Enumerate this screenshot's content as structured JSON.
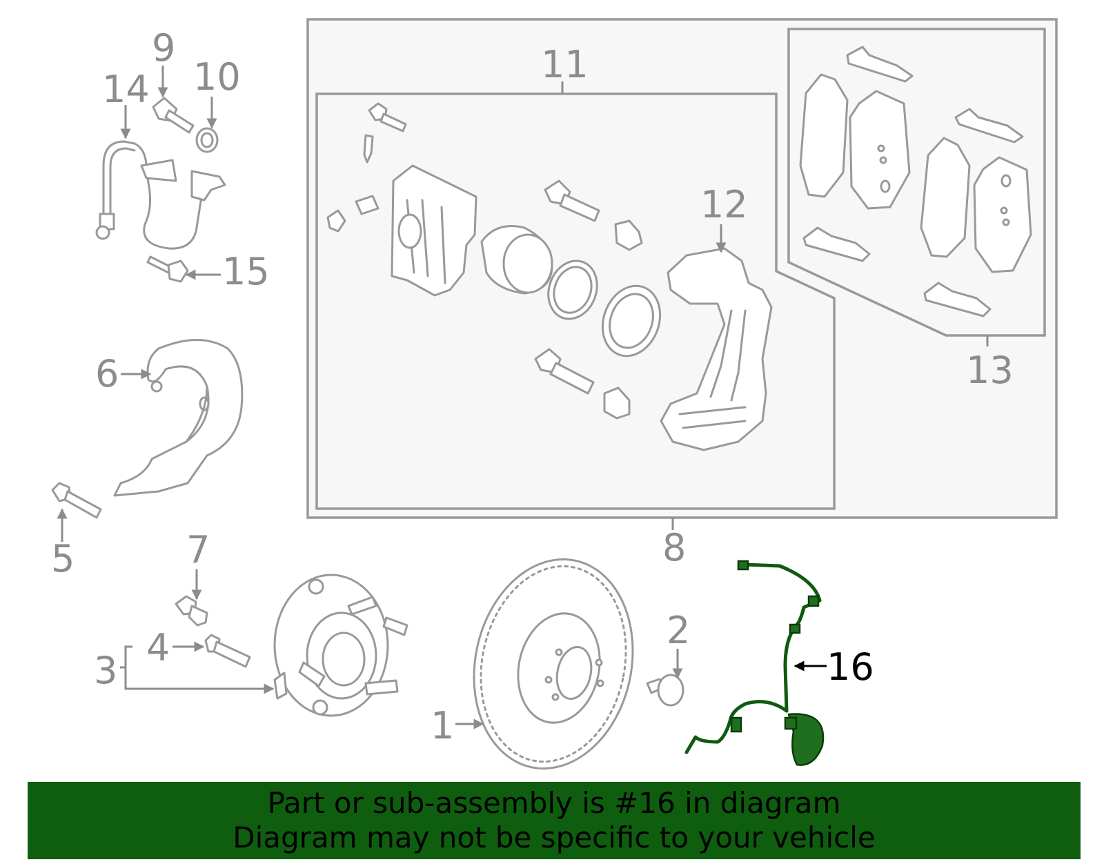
{
  "callouts": {
    "c1": "1",
    "c2": "2",
    "c3": "3",
    "c4": "4",
    "c5": "5",
    "c6": "6",
    "c7": "7",
    "c8": "8",
    "c9": "9",
    "c10": "10",
    "c11": "11",
    "c12": "12",
    "c13": "13",
    "c14": "14",
    "c15": "15",
    "c16": "16"
  },
  "highlighted_part": "16",
  "colors": {
    "banner": "#0f5e0f",
    "sensor": "#1f6f1f",
    "line_art": "#999999"
  },
  "banner": {
    "line1": "Part or sub-assembly is #16 in diagram",
    "line2": "Diagram may not be specific to your vehicle"
  }
}
